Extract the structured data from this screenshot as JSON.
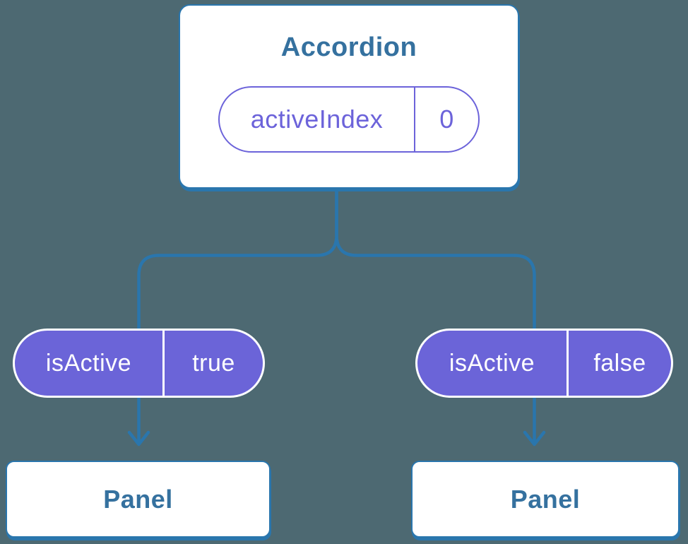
{
  "colors": {
    "background": "#4d6972",
    "line": "#2a76ad",
    "heading": "#35719f",
    "purple": "#6b64d8",
    "pill_outline": "#6c63da",
    "card_bg": "#ffffff",
    "pill_text_light": "#ffffff"
  },
  "diagram": {
    "root": {
      "title": "Accordion",
      "state": {
        "label": "activeIndex",
        "value": "0"
      }
    },
    "children": [
      {
        "prop": {
          "label": "isActive",
          "value": "true"
        },
        "component": "Panel"
      },
      {
        "prop": {
          "label": "isActive",
          "value": "false"
        },
        "component": "Panel"
      }
    ]
  }
}
